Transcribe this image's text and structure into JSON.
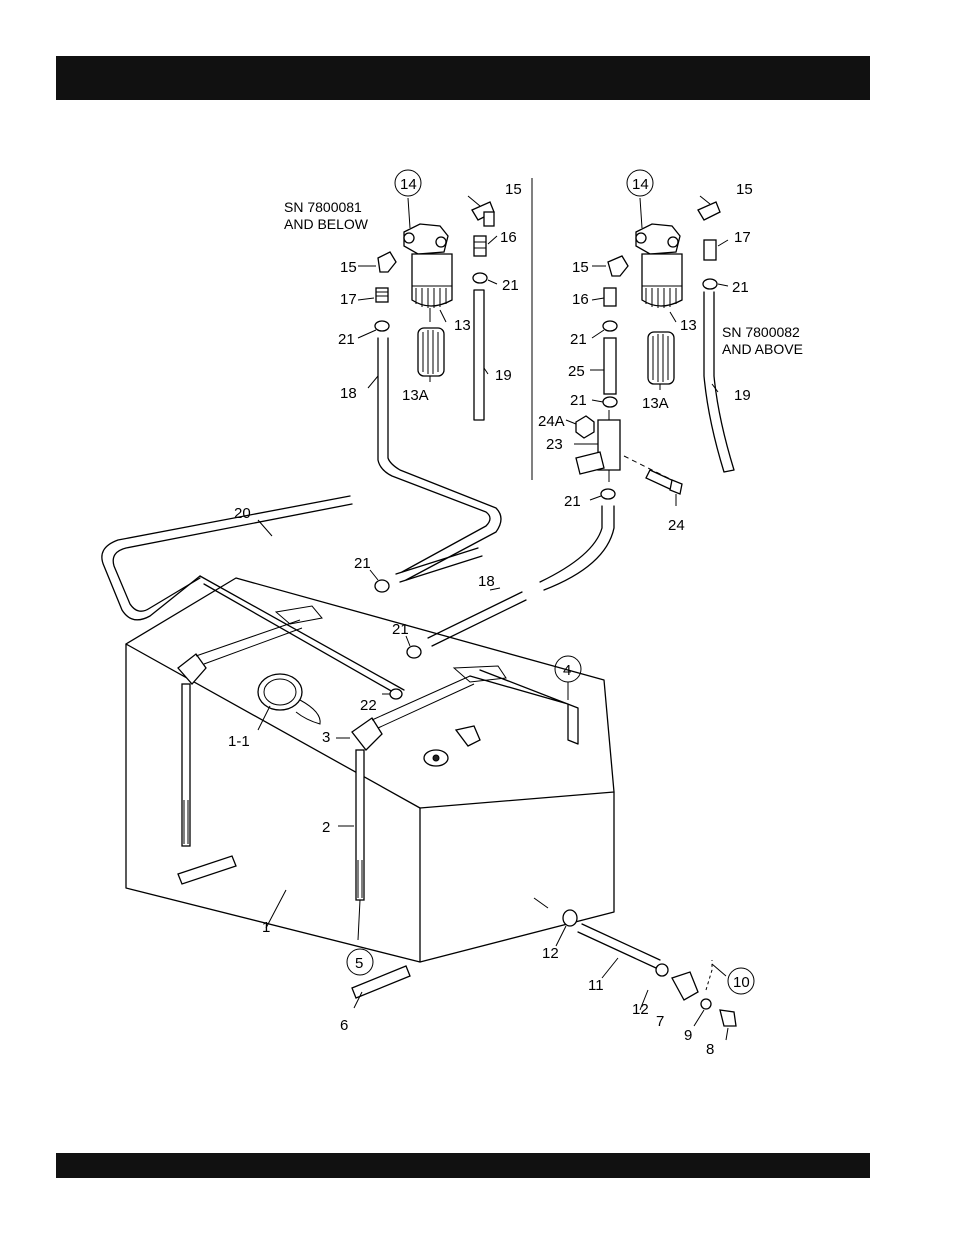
{
  "header": {
    "title": ""
  },
  "footer": {
    "text": ""
  },
  "notes": {
    "left_serial": [
      "SN 7800081",
      "AND BELOW"
    ],
    "right_serial": [
      "SN 7800082",
      "AND ABOVE"
    ]
  },
  "labels": {
    "l14": "14",
    "l15a": "15",
    "l15b": "15",
    "l16a": "16",
    "l17a": "17",
    "l21a": "21",
    "l21b": "21",
    "l13a": "13",
    "l13Aa": "13A",
    "l18a": "18",
    "l19a": "19",
    "r14": "14",
    "r15a": "15",
    "r15b": "15",
    "r17": "17",
    "r21a": "21",
    "r16": "16",
    "r21b": "21",
    "r13": "13",
    "r25": "25",
    "r13A": "13A",
    "r19": "19",
    "r21c": "21",
    "r24A": "24A",
    "r23": "23",
    "r21d": "21",
    "r24": "24",
    "t20": "20",
    "t21a": "21",
    "t18": "18",
    "t21b": "21",
    "t22": "22",
    "t4": "4",
    "t1_1": "1-1",
    "t3": "3",
    "t2": "2",
    "t1": "1",
    "t5": "5",
    "t6": "6",
    "t12a": "12",
    "t11": "11",
    "t12b": "12",
    "t10": "10",
    "t7": "7",
    "t9": "9",
    "t8": "8"
  }
}
